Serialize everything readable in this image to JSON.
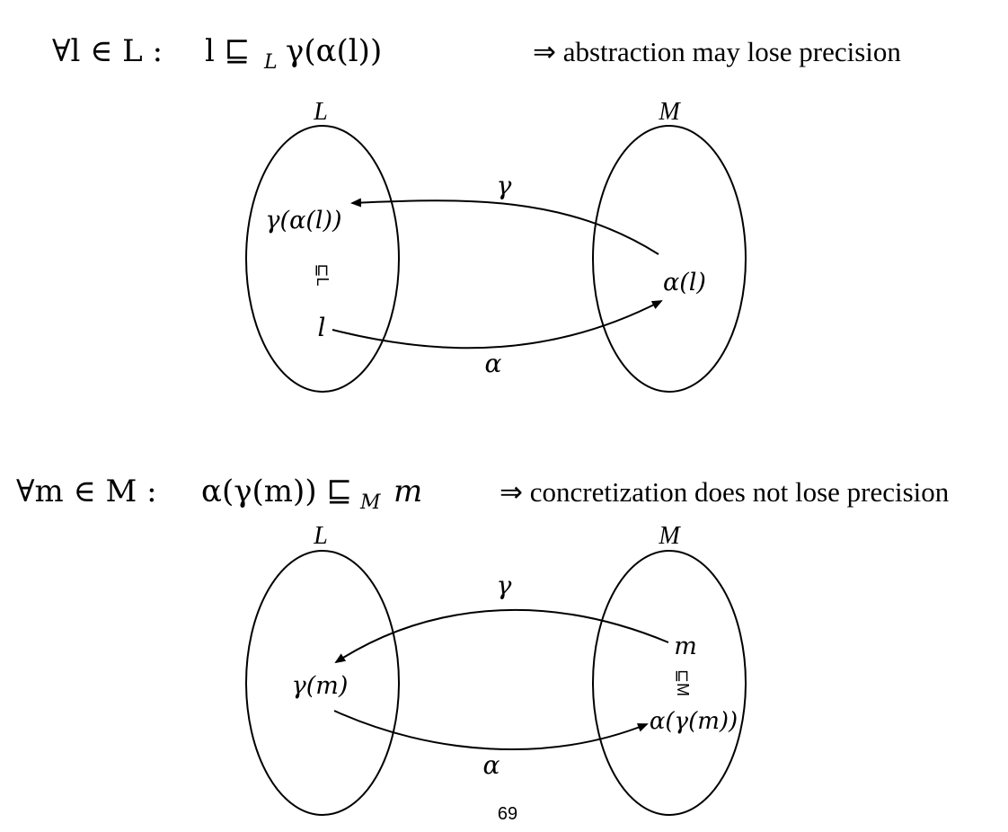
{
  "section1": {
    "formula_quantifier": "∀l ∈ L :",
    "formula_body": "l ⊑",
    "formula_sub": "L",
    "formula_tail": "γ(α(l))",
    "note": "⇒ abstraction may lose precision",
    "set_left_label": "L",
    "set_right_label": "M",
    "gamma_label": "γ",
    "alpha_label": "α",
    "node_gamma_alpha_l": "γ(α(l))",
    "order_symbol": "⊑L",
    "node_l": "l",
    "node_alpha_l": "α(l)"
  },
  "section2": {
    "formula_quantifier": "∀m ∈ M :",
    "formula_body": "α(γ(m)) ⊑",
    "formula_sub": "M",
    "formula_tail": "m",
    "note": "⇒ concretization does not lose precision",
    "set_left_label": "L",
    "set_right_label": "M",
    "gamma_label": "γ",
    "alpha_label": "α",
    "node_gamma_m": "γ(m)",
    "node_m": "m",
    "order_symbol": "⊑M",
    "node_alpha_gamma_m": "α(γ(m))"
  },
  "page_number": "69"
}
